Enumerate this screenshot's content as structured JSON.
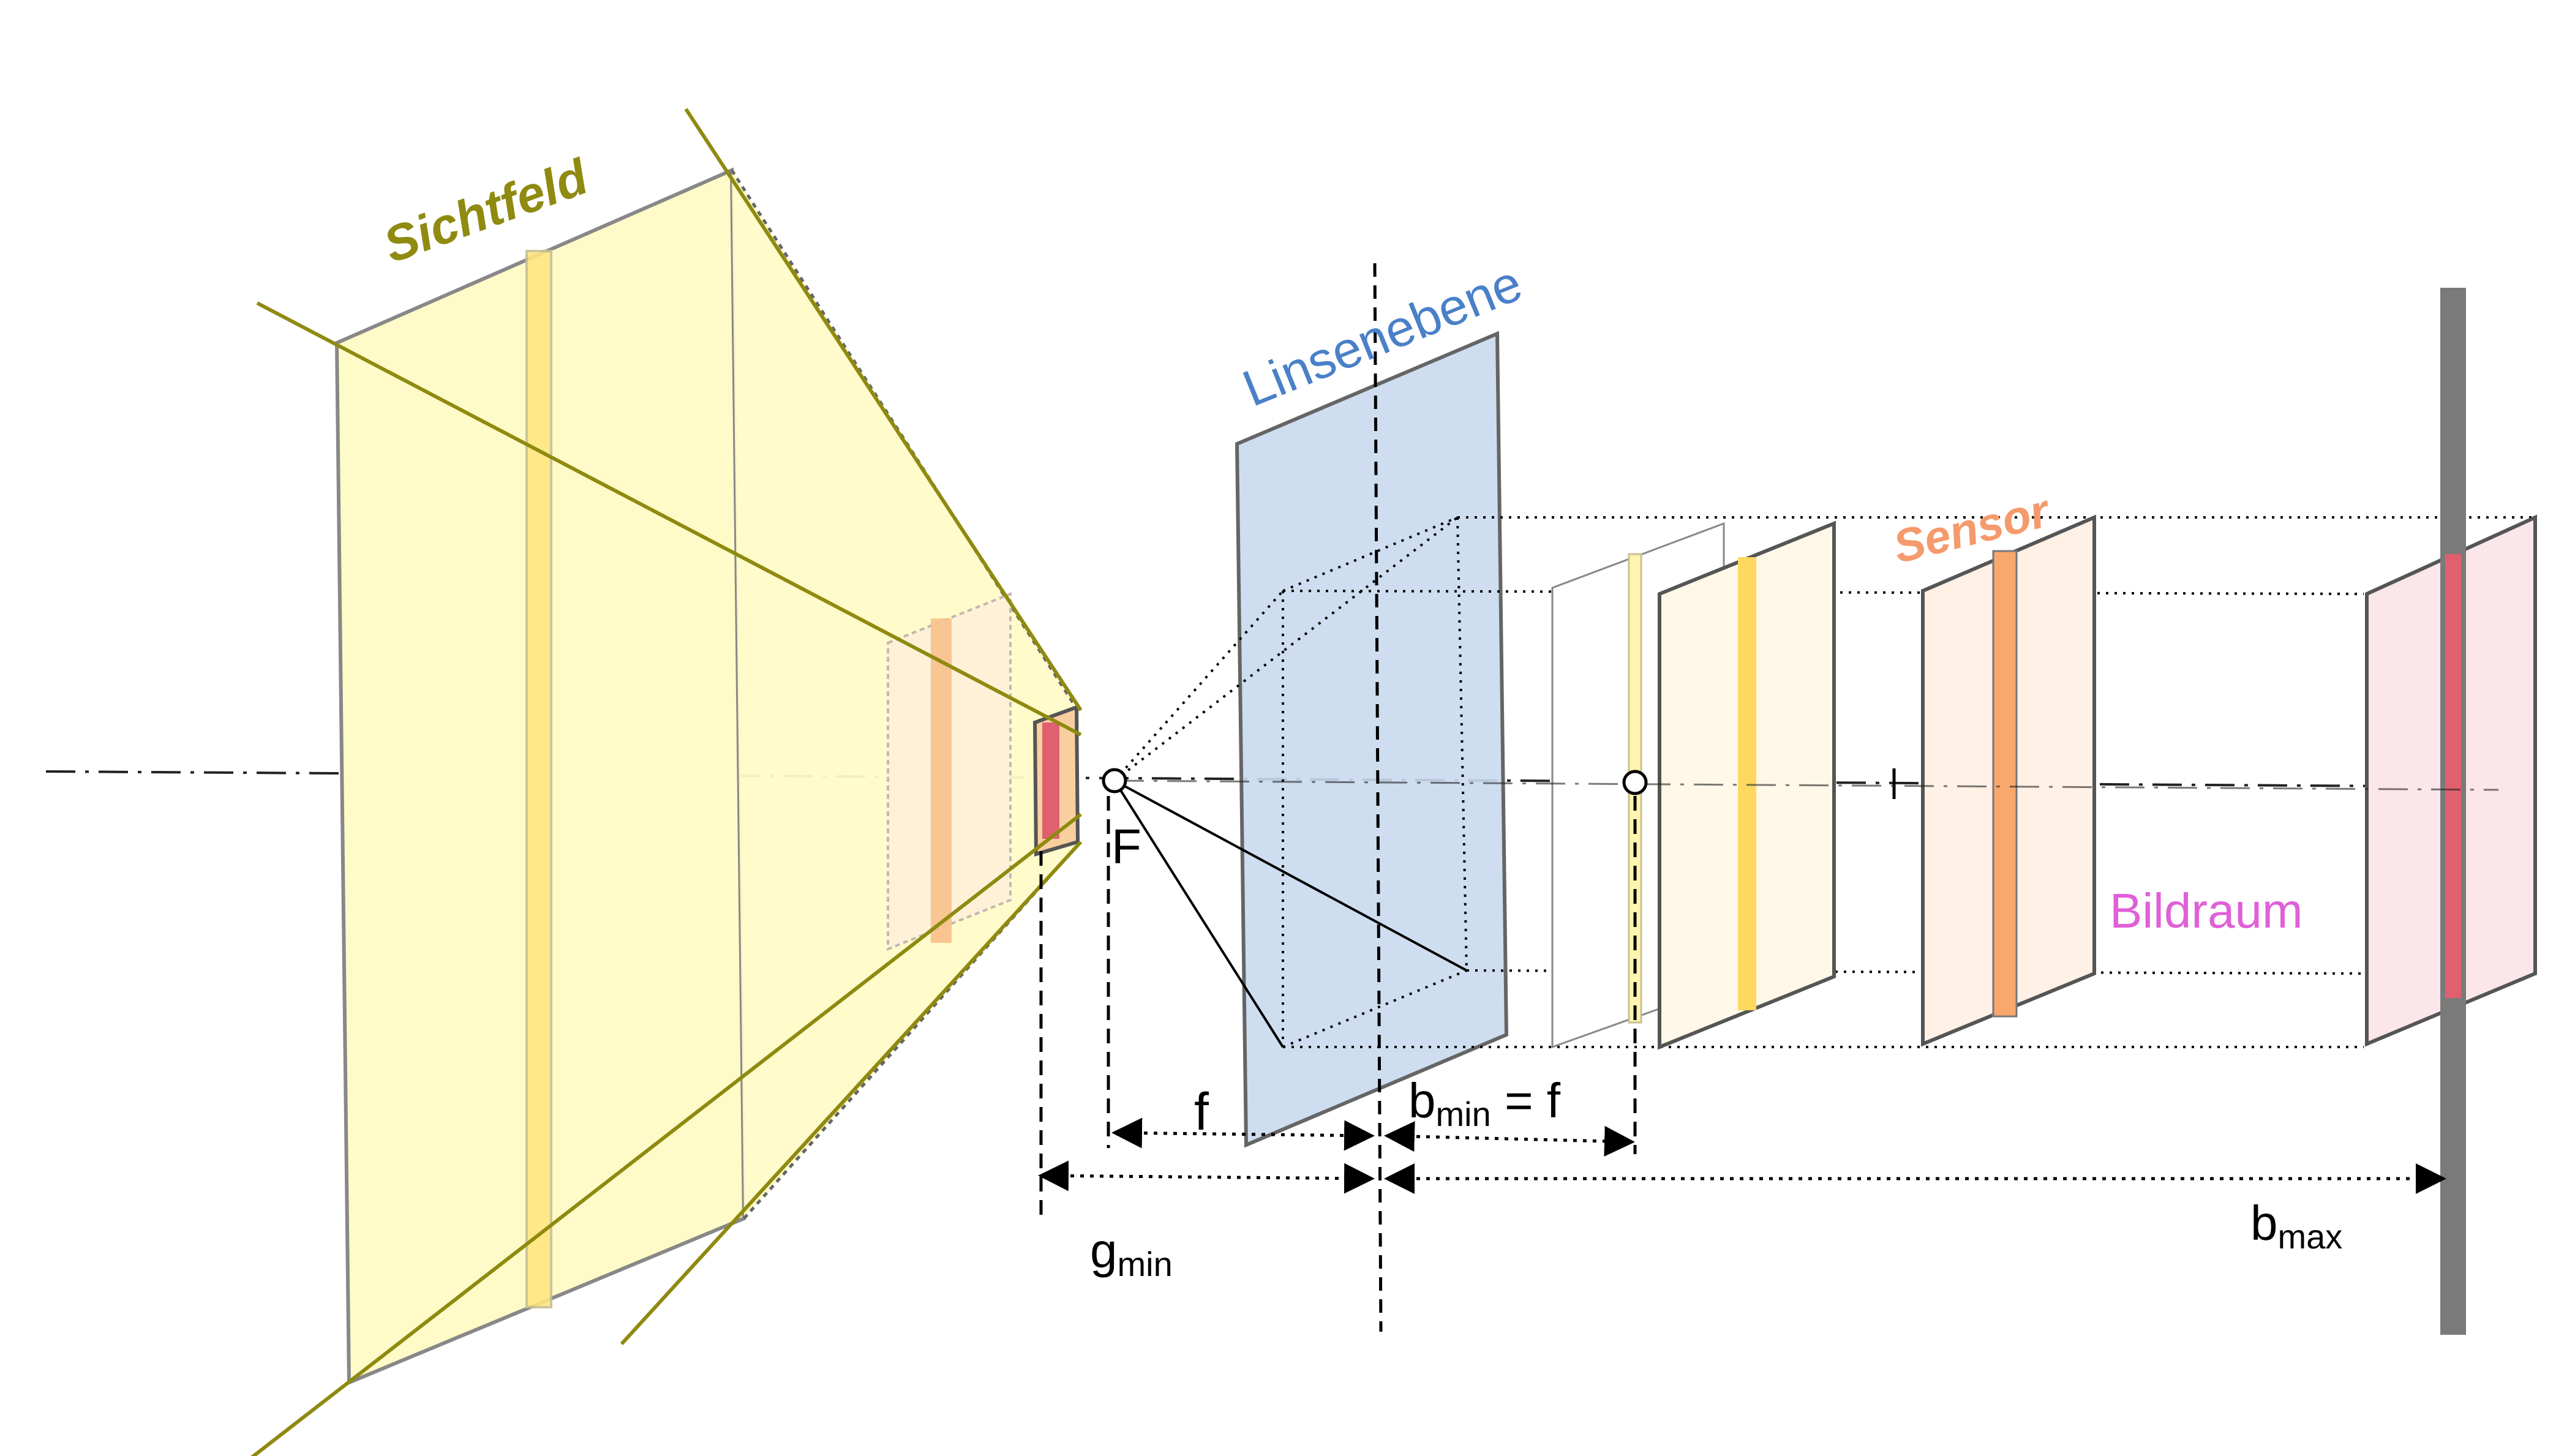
{
  "labels": {
    "sichtfeld": "Sichtfeld",
    "linsenebene": "Linsenebene",
    "sensor": "Sensor",
    "bildraum": "Bildraum",
    "focal_point": "F",
    "f": "f",
    "b_min_b": "b",
    "b_min_sub": "min",
    "b_min_rest": " = f",
    "g_min_g": "g",
    "g_min_sub": "min",
    "b_max_b": "b",
    "b_max_sub": "max"
  },
  "colors": {
    "sichtfeld_label": "#8f8a10",
    "sichtfeld_fill": "#fffbc8",
    "sichtfeld_lines": "#8f8a10",
    "linsenebene_label": "#4a80c8",
    "linsenebene_fill": "#c9dbef",
    "sensor_label": "#f59a6c",
    "bildraum_label": "#e060d8",
    "stripe_yellow": "#ffe680",
    "stripe_orange": "#f8a86c",
    "stripe_red": "#e06070",
    "axis": "#222222",
    "gray_bar": "#7a7a7a"
  }
}
